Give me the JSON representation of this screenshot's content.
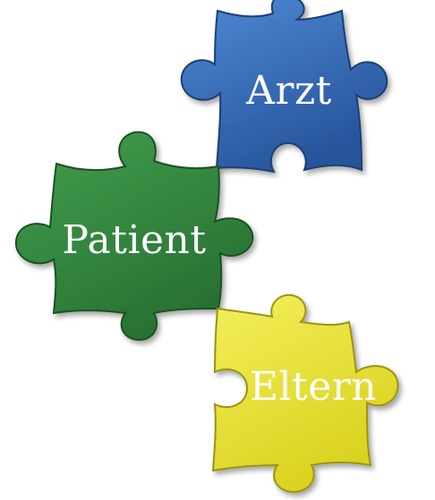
{
  "pieces": {
    "arzt": {
      "label": "Arzt",
      "color": "#2f66b6",
      "highlight": "#4f8ad6"
    },
    "patient": {
      "label": "Patient",
      "color": "#2f8a3c",
      "highlight": "#4aa455"
    },
    "eltern": {
      "label": "Eltern",
      "color": "#e3dd2a",
      "highlight": "#f3ee6a"
    }
  }
}
